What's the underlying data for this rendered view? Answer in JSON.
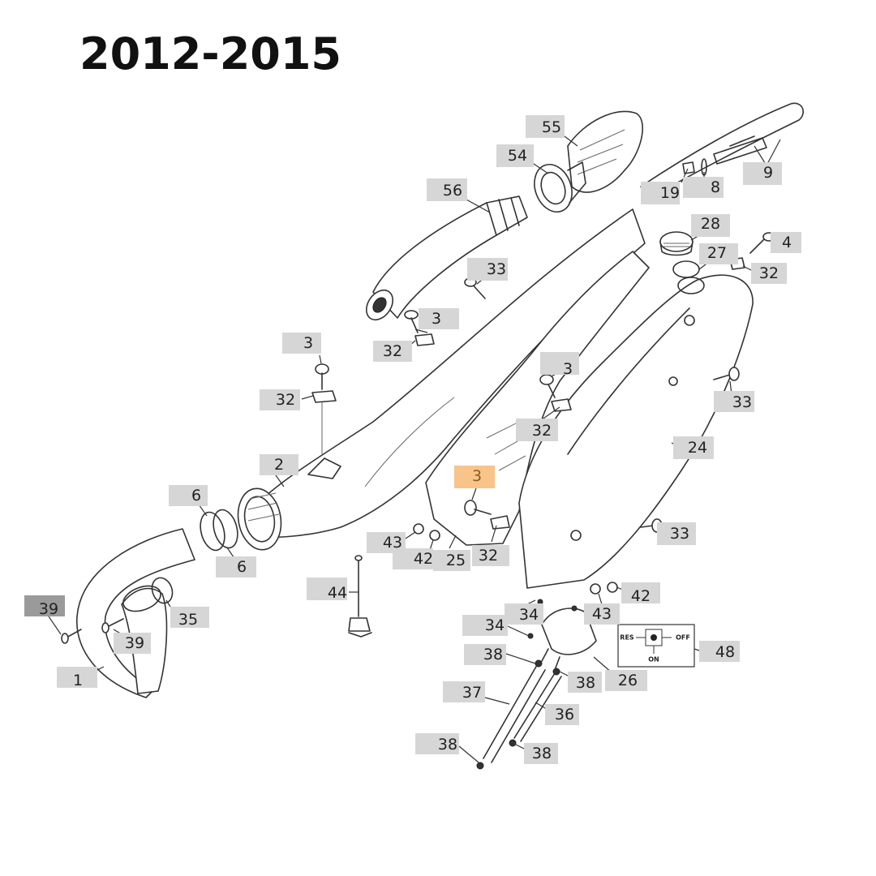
{
  "title": "2012-2015",
  "switch_panel": {
    "res": "RES",
    "off": "OFF",
    "on": "ON"
  },
  "callouts": [
    {
      "id": "c55",
      "text": "55"
    },
    {
      "id": "c54",
      "text": "54"
    },
    {
      "id": "c56",
      "text": "56"
    },
    {
      "id": "c19",
      "text": "19"
    },
    {
      "id": "c8",
      "text": "8"
    },
    {
      "id": "c9",
      "text": "9"
    },
    {
      "id": "c28",
      "text": "28"
    },
    {
      "id": "c4",
      "text": "4"
    },
    {
      "id": "c27",
      "text": "27"
    },
    {
      "id": "c32a",
      "text": "32"
    },
    {
      "id": "c33a",
      "text": "33"
    },
    {
      "id": "c3a",
      "text": "3"
    },
    {
      "id": "c32b",
      "text": "32"
    },
    {
      "id": "c3b",
      "text": "3"
    },
    {
      "id": "c32c",
      "text": "32"
    },
    {
      "id": "c3c",
      "text": "3"
    },
    {
      "id": "c33b",
      "text": "33"
    },
    {
      "id": "c32d",
      "text": "32"
    },
    {
      "id": "c24",
      "text": "24"
    },
    {
      "id": "c2",
      "text": "2"
    },
    {
      "id": "c3d",
      "text": "3",
      "highlight": true
    },
    {
      "id": "c6a",
      "text": "6"
    },
    {
      "id": "c6b",
      "text": "6"
    },
    {
      "id": "c33c",
      "text": "33"
    },
    {
      "id": "c43a",
      "text": "43"
    },
    {
      "id": "c42a",
      "text": "42"
    },
    {
      "id": "c25",
      "text": "25"
    },
    {
      "id": "c32e",
      "text": "32"
    },
    {
      "id": "c44",
      "text": "44"
    },
    {
      "id": "c39a",
      "text": "39",
      "dark": true
    },
    {
      "id": "c35",
      "text": "35"
    },
    {
      "id": "c39b",
      "text": "39"
    },
    {
      "id": "c34a",
      "text": "34"
    },
    {
      "id": "c43b",
      "text": "43"
    },
    {
      "id": "c42b",
      "text": "42"
    },
    {
      "id": "c34b",
      "text": "34"
    },
    {
      "id": "c48",
      "text": "48"
    },
    {
      "id": "c38a",
      "text": "38"
    },
    {
      "id": "c38b",
      "text": "38"
    },
    {
      "id": "c26",
      "text": "26"
    },
    {
      "id": "c1",
      "text": "1"
    },
    {
      "id": "c37",
      "text": "37"
    },
    {
      "id": "c36",
      "text": "36"
    },
    {
      "id": "c38c",
      "text": "38"
    },
    {
      "id": "c38d",
      "text": "38"
    }
  ]
}
